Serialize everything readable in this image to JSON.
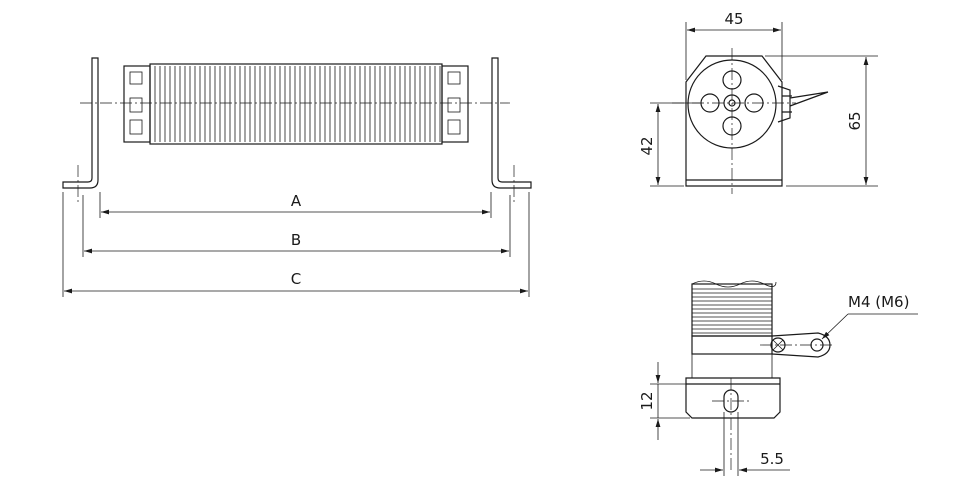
{
  "front_view": {
    "dim_a": "A",
    "dim_b": "B",
    "dim_c": "C"
  },
  "side_view": {
    "width": "45",
    "height": "65",
    "axis_height": "42"
  },
  "detail_view": {
    "terminal_thread": "M4 (M6)",
    "slot_height": "12",
    "slot_width": "5.5"
  },
  "colors": {
    "line": "#1a1a1a",
    "background": "#ffffff"
  }
}
